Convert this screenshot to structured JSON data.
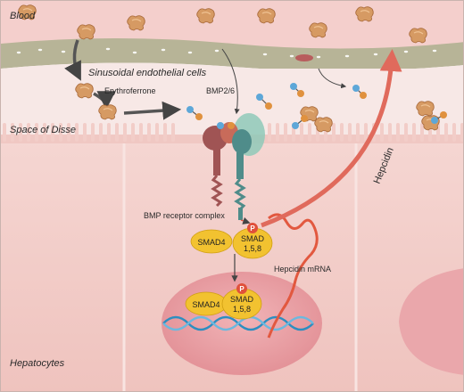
{
  "labels": {
    "blood": "Blood",
    "sinusoidal": "Sinusoidal endothelial cells",
    "erythroferrone": "Erythroferrone",
    "bmp": "BMP2/6",
    "space_of_disse": "Space of Disse",
    "receptor_complex": "BMP receptor complex",
    "smad4_top": "SMAD4",
    "smad158_top_a": "SMAD",
    "smad158_top_b": "1,5,8",
    "phospho_top": "P",
    "smad4_bottom": "SMAD4",
    "smad158_bottom_a": "SMAD",
    "smad158_bottom_b": "1,5,8",
    "phospho_bottom": "P",
    "hepcidin_mrna": "Hepcidin mRNA",
    "hepcidin": "Hepcidin",
    "hepatocytes": "Hepatocytes"
  },
  "colors": {
    "blood": "#f3c9c6",
    "endothelium": "#b8b59a",
    "disse": "#f6e6e4",
    "hepatocyte": "#f1c7c2",
    "nucleus": "#e9a3a7",
    "smad": "#f2c230",
    "arrow": "#e06a5c",
    "phospho": "#e0503a",
    "erfe": "#d69a63"
  }
}
